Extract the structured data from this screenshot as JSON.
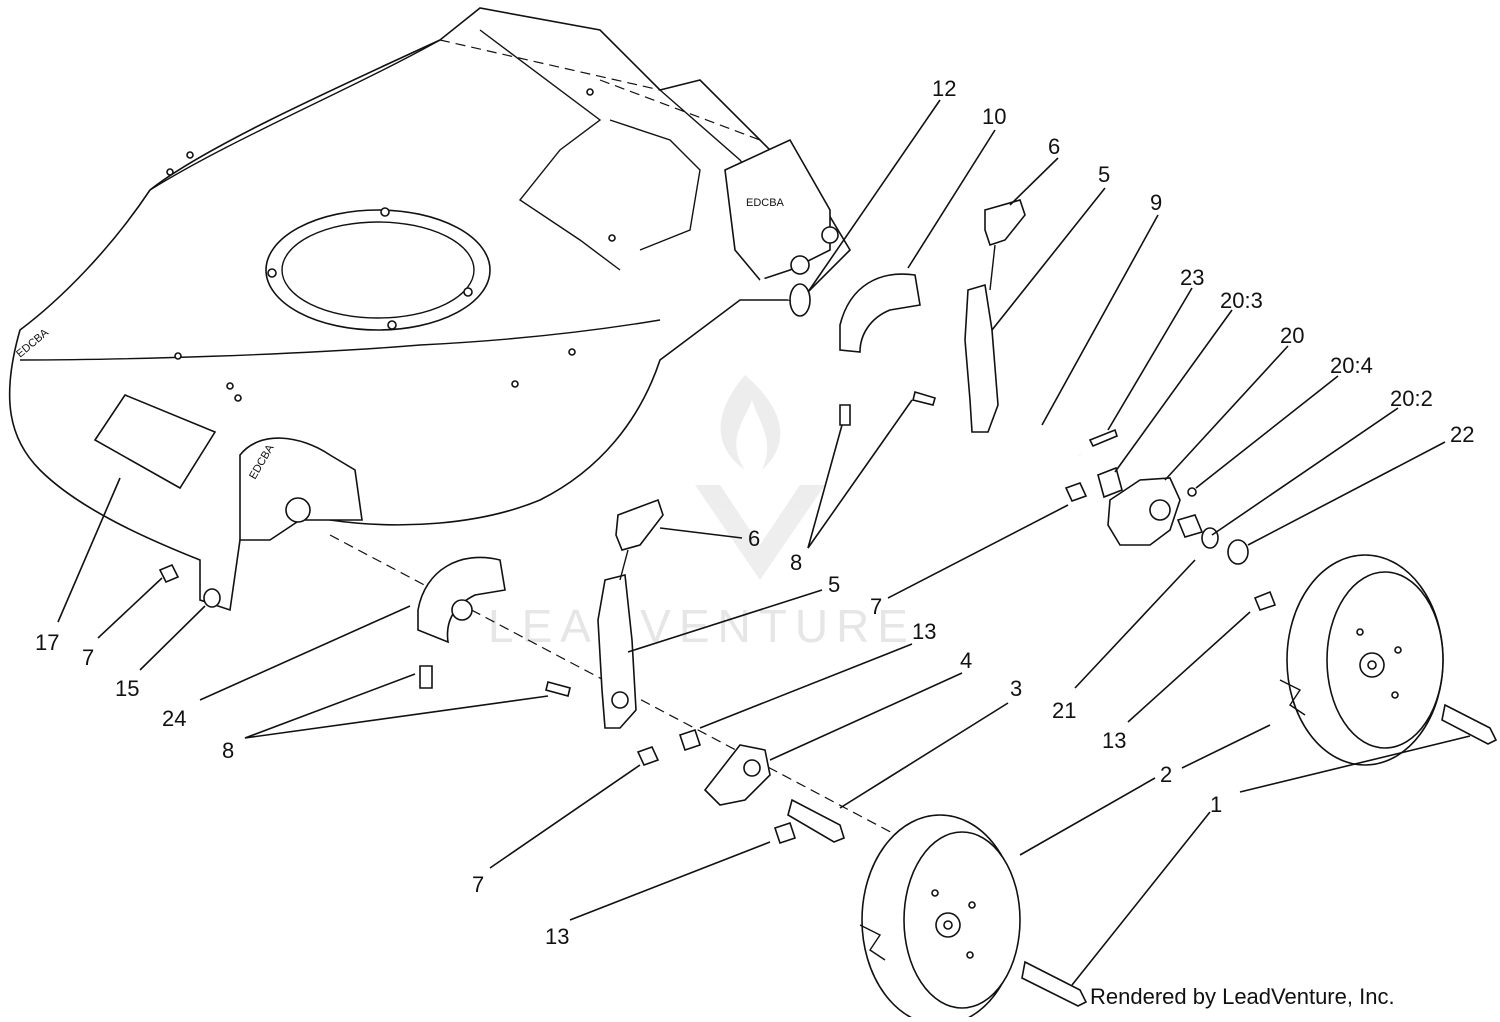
{
  "diagram": {
    "watermark_text": "LEADVENTURE",
    "credit": "Rendered by LeadVenture, Inc.",
    "deck_letters": "EDCBA",
    "labels": [
      "12",
      "10",
      "6",
      "5",
      "9",
      "23",
      "20:3",
      "20",
      "20:4",
      "20:2",
      "22",
      "17",
      "7",
      "15",
      "24",
      "8",
      "6",
      "5",
      "8",
      "7",
      "13",
      "4",
      "3",
      "21",
      "13",
      "2",
      "1",
      "7",
      "13"
    ]
  }
}
